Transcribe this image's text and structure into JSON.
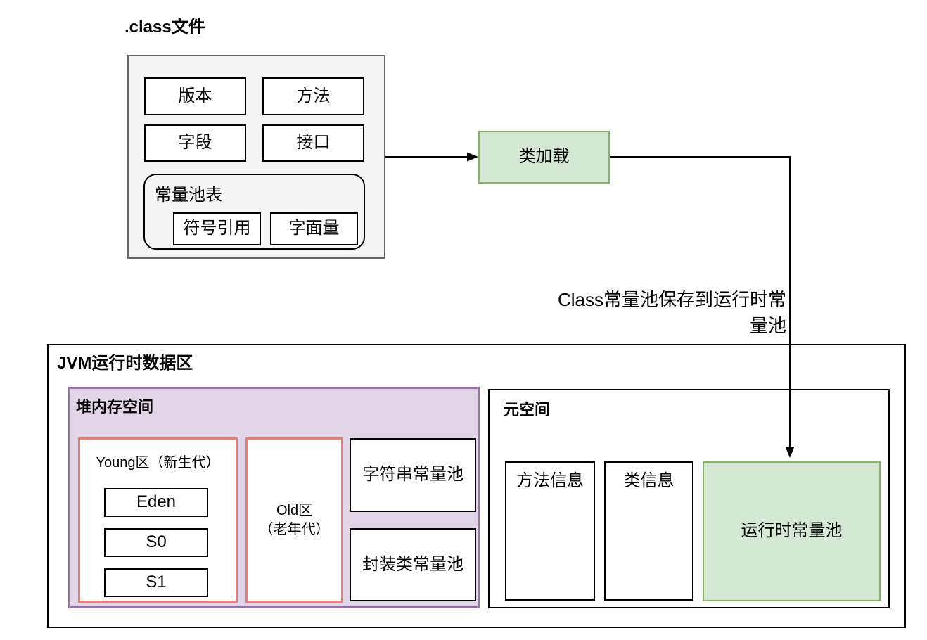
{
  "class_file": {
    "title": ".class文件",
    "items": {
      "version": "版本",
      "method": "方法",
      "field": "字段",
      "interface": "接口"
    },
    "constant_pool_table": {
      "label": "常量池表",
      "symbolic_ref": "符号引用",
      "literal": "字面量"
    }
  },
  "class_loading": {
    "label": "类加载"
  },
  "annotation": {
    "label": "Class常量池保存到运行时常量池"
  },
  "jvm_area": {
    "title": "JVM运行时数据区",
    "heap": {
      "title": "堆内存空间",
      "young": {
        "label": "Young区（新生代）",
        "eden": "Eden",
        "s0": "S0",
        "s1": "S1"
      },
      "old": {
        "line1": "Old区",
        "line2": "（老年代）"
      },
      "string_pool": "字符串常量池",
      "wrapper_pool": "封装类常量池"
    },
    "metaspace": {
      "title": "元空间",
      "method_info": "方法信息",
      "class_info": "类信息",
      "runtime_pool": "运行时常量池"
    }
  },
  "colors": {
    "green_fill": "#d5e8d4",
    "green_border": "#82b366",
    "purple_fill": "#e1d5e7",
    "purple_border": "#9673a6",
    "red_border": "#e0827a",
    "gray_fill": "#f5f5f5",
    "gray_border": "#666666",
    "line_color": "#000000"
  }
}
